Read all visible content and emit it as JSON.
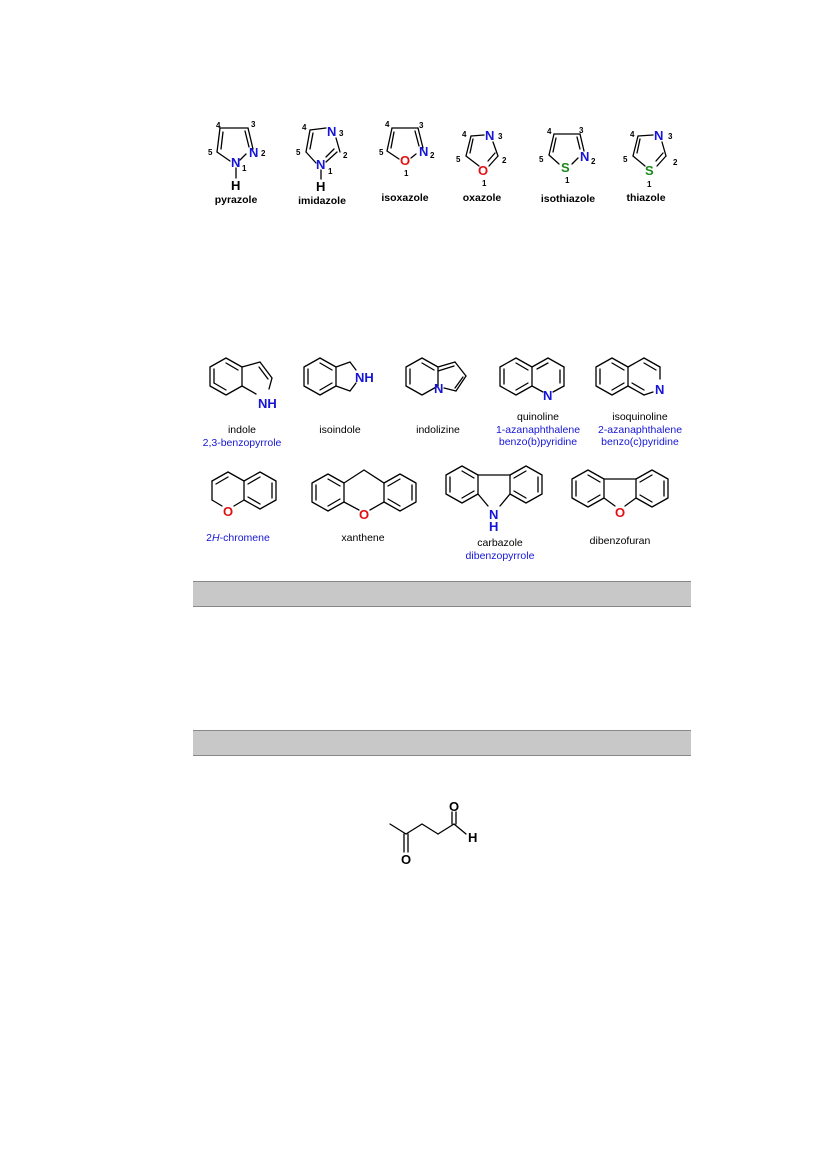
{
  "row1": {
    "pyrazole": "pyrazole",
    "imidazole": "imidazole",
    "isoxazole": "isoxazole",
    "oxazole": "oxazole",
    "isothiazole": "isothiazole",
    "thiazole": "thiazole"
  },
  "row2": {
    "indole": "indole",
    "indole_alt": "2,3-benzopyrrole",
    "isoindole": "isoindole",
    "indolizine": "indolizine",
    "quinoline": "quinoline",
    "quinoline_alt1": "1-azanaphthalene",
    "quinoline_alt2": "benzo(b)pyridine",
    "isoquinoline": "isoquinoline",
    "isoquinoline_alt1": "2-azanaphthalene",
    "isoquinoline_alt2": "benzo(c)pyridine"
  },
  "row3": {
    "chromene_prefix": "2",
    "chromene_italic": "H",
    "chromene_suffix": "-chromene",
    "xanthene": "xanthene",
    "carbazole": "carbazole",
    "carbazole_alt": "dibenzopyrrole",
    "dibenzofuran": "dibenzofuran"
  },
  "atoms": {
    "N": "N",
    "O": "O",
    "S": "S",
    "H": "H",
    "NH": "NH",
    "n1": "1",
    "n2": "2",
    "n3": "3",
    "n4": "4",
    "n5": "5"
  },
  "colors": {
    "nitrogen": "#1515d8",
    "oxygen": "#e01010",
    "sulfur": "#1a8a1a",
    "band": "#c8c8c8"
  }
}
